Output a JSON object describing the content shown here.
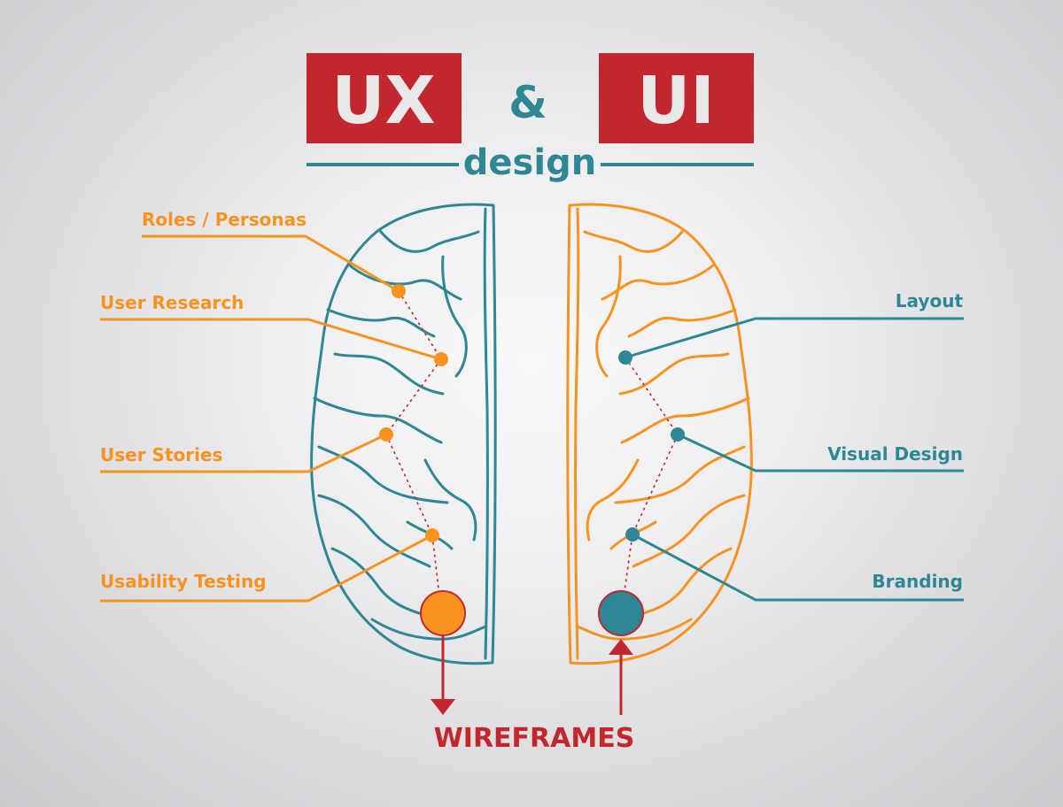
{
  "header": {
    "left_box": "UX",
    "ampersand": "&",
    "right_box": "UI",
    "subtitle": "design"
  },
  "left_labels": [
    {
      "text": "Roles / Personas"
    },
    {
      "text": "User Research"
    },
    {
      "text": "User Stories"
    },
    {
      "text": "Usability Testing"
    }
  ],
  "right_labels": [
    {
      "text": "Layout"
    },
    {
      "text": "Visual Design"
    },
    {
      "text": "Branding"
    }
  ],
  "footer": {
    "wireframes": "WIREFRAMES"
  },
  "colors": {
    "red": "#c1272d",
    "teal": "#2e8794",
    "orange": "#f7931e",
    "box_text": "#e9e9e9"
  }
}
